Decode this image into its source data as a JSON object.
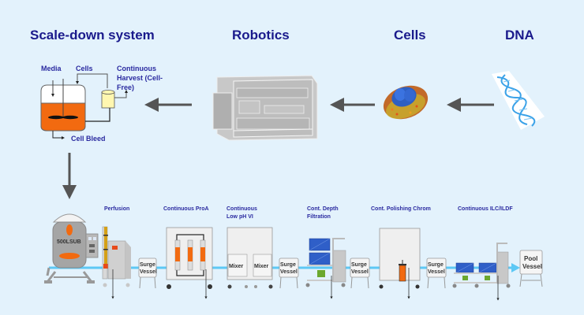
{
  "headings": {
    "scale_down": "Scale-down system",
    "robotics": "Robotics",
    "cells": "Cells",
    "dna": "DNA"
  },
  "scale_down_diagram": {
    "media": "Media",
    "cells": "Cells",
    "harvest_line1": "Continuous",
    "harvest_line2": "Harvest (Cell-",
    "harvest_line3": "Free)",
    "bleed": "Cell Bleed"
  },
  "process": {
    "bioreactor_label": "500LSUB",
    "steps": [
      {
        "line1": "Perfusion",
        "line2": ""
      },
      {
        "line1": "Continuous ProA",
        "line2": ""
      },
      {
        "line1": "Continuous",
        "line2": "Low pH VI"
      },
      {
        "line1": "Cont.  Depth",
        "line2": "Filtration"
      },
      {
        "line1": "Cont. Polishing Chrom",
        "line2": ""
      },
      {
        "line1": "Continuous ILC/ILDF",
        "line2": ""
      }
    ],
    "surge_line1": "Surge",
    "surge_line2": "Vessel",
    "mixer": "Mixer",
    "pool_line1": "Pool",
    "pool_line2": "Vessel"
  },
  "colors": {
    "background": "#E3F2FC",
    "heading": "#1A1A8C",
    "orange": "#F26A10",
    "flow": "#5CC8F5",
    "filter_blue": "#2F5FC8",
    "pump_green": "#6BA82E"
  }
}
